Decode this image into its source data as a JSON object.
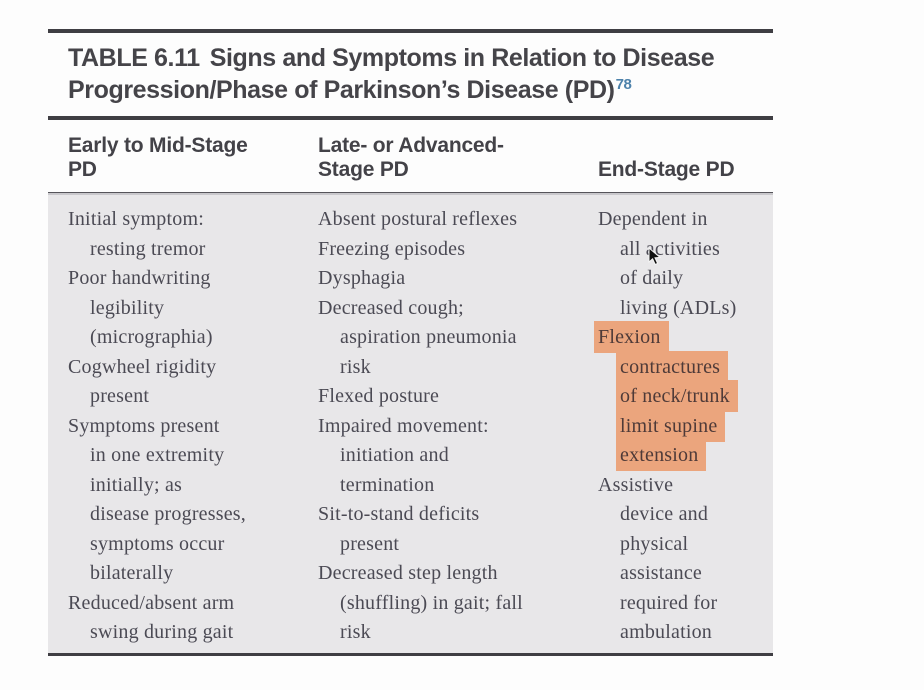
{
  "title": {
    "line1_label": "TABLE 6.11",
    "line1_text": "Signs and Symptoms in Relation to Disease",
    "line2_text": "Progression/Phase of Parkinson’s Disease (PD)",
    "footnote_ref": "78"
  },
  "table": {
    "columns": [
      {
        "header_lines": [
          "Early to Mid-Stage",
          "PD"
        ],
        "lines": [
          {
            "t": "Initial symptom:"
          },
          {
            "t": "resting tremor",
            "i": 1
          },
          {
            "t": "Poor handwriting"
          },
          {
            "t": "legibility",
            "i": 1
          },
          {
            "t": "(micrographia)",
            "i": 1
          },
          {
            "t": "Cogwheel rigidity"
          },
          {
            "t": "present",
            "i": 1
          },
          {
            "t": "Symptoms present"
          },
          {
            "t": "in one extremity",
            "i": 1
          },
          {
            "t": "initially; as",
            "i": 1
          },
          {
            "t": "disease progresses,",
            "i": 1
          },
          {
            "t": "symptoms occur",
            "i": 1
          },
          {
            "t": "bilaterally",
            "i": 1
          },
          {
            "t": "Reduced/absent arm"
          },
          {
            "t": "swing during gait",
            "i": 1
          }
        ]
      },
      {
        "header_lines": [
          "Late- or Advanced-",
          "Stage PD"
        ],
        "lines": [
          {
            "t": "Absent postural reflexes"
          },
          {
            "t": "Freezing episodes"
          },
          {
            "t": "Dysphagia"
          },
          {
            "t": "Decreased cough;"
          },
          {
            "t": "aspiration pneumonia",
            "i": 1
          },
          {
            "t": "risk",
            "i": 1
          },
          {
            "t": "Flexed posture"
          },
          {
            "t": "Impaired movement:"
          },
          {
            "t": "initiation and",
            "i": 1
          },
          {
            "t": "termination",
            "i": 1
          },
          {
            "t": "Sit-to-stand deficits"
          },
          {
            "t": "present",
            "i": 1
          },
          {
            "t": "Decreased step length"
          },
          {
            "t": "(shuffling) in gait; fall",
            "i": 1
          },
          {
            "t": "risk",
            "i": 1
          }
        ]
      },
      {
        "header_lines": [
          "End-Stage PD"
        ],
        "lines": [
          {
            "t": "Dependent in"
          },
          {
            "t": "all activities",
            "i": 1
          },
          {
            "t": "of daily",
            "i": 1
          },
          {
            "t": "living (ADLs)",
            "i": 1
          },
          {
            "t": "Flexion",
            "h": 1
          },
          {
            "t": "contractures",
            "i": 1,
            "h": 1
          },
          {
            "t": "of neck/trunk",
            "i": 1,
            "h": 1
          },
          {
            "t": "limit supine",
            "i": 1,
            "h": 1
          },
          {
            "t": "extension",
            "i": 1,
            "h": 1
          },
          {
            "t": "Assistive"
          },
          {
            "t": "device and",
            "i": 1
          },
          {
            "t": "physical",
            "i": 1
          },
          {
            "t": "assistance",
            "i": 1
          },
          {
            "t": "required for",
            "i": 1
          },
          {
            "t": "ambulation",
            "i": 1
          }
        ]
      }
    ]
  },
  "colors": {
    "body_bg": "#e8e7e9",
    "highlight": "#eba57d",
    "rule": "#3f3e43",
    "text": "#4b4a54",
    "title_text": "#454449",
    "footnote_ref": "#4d82ab"
  }
}
